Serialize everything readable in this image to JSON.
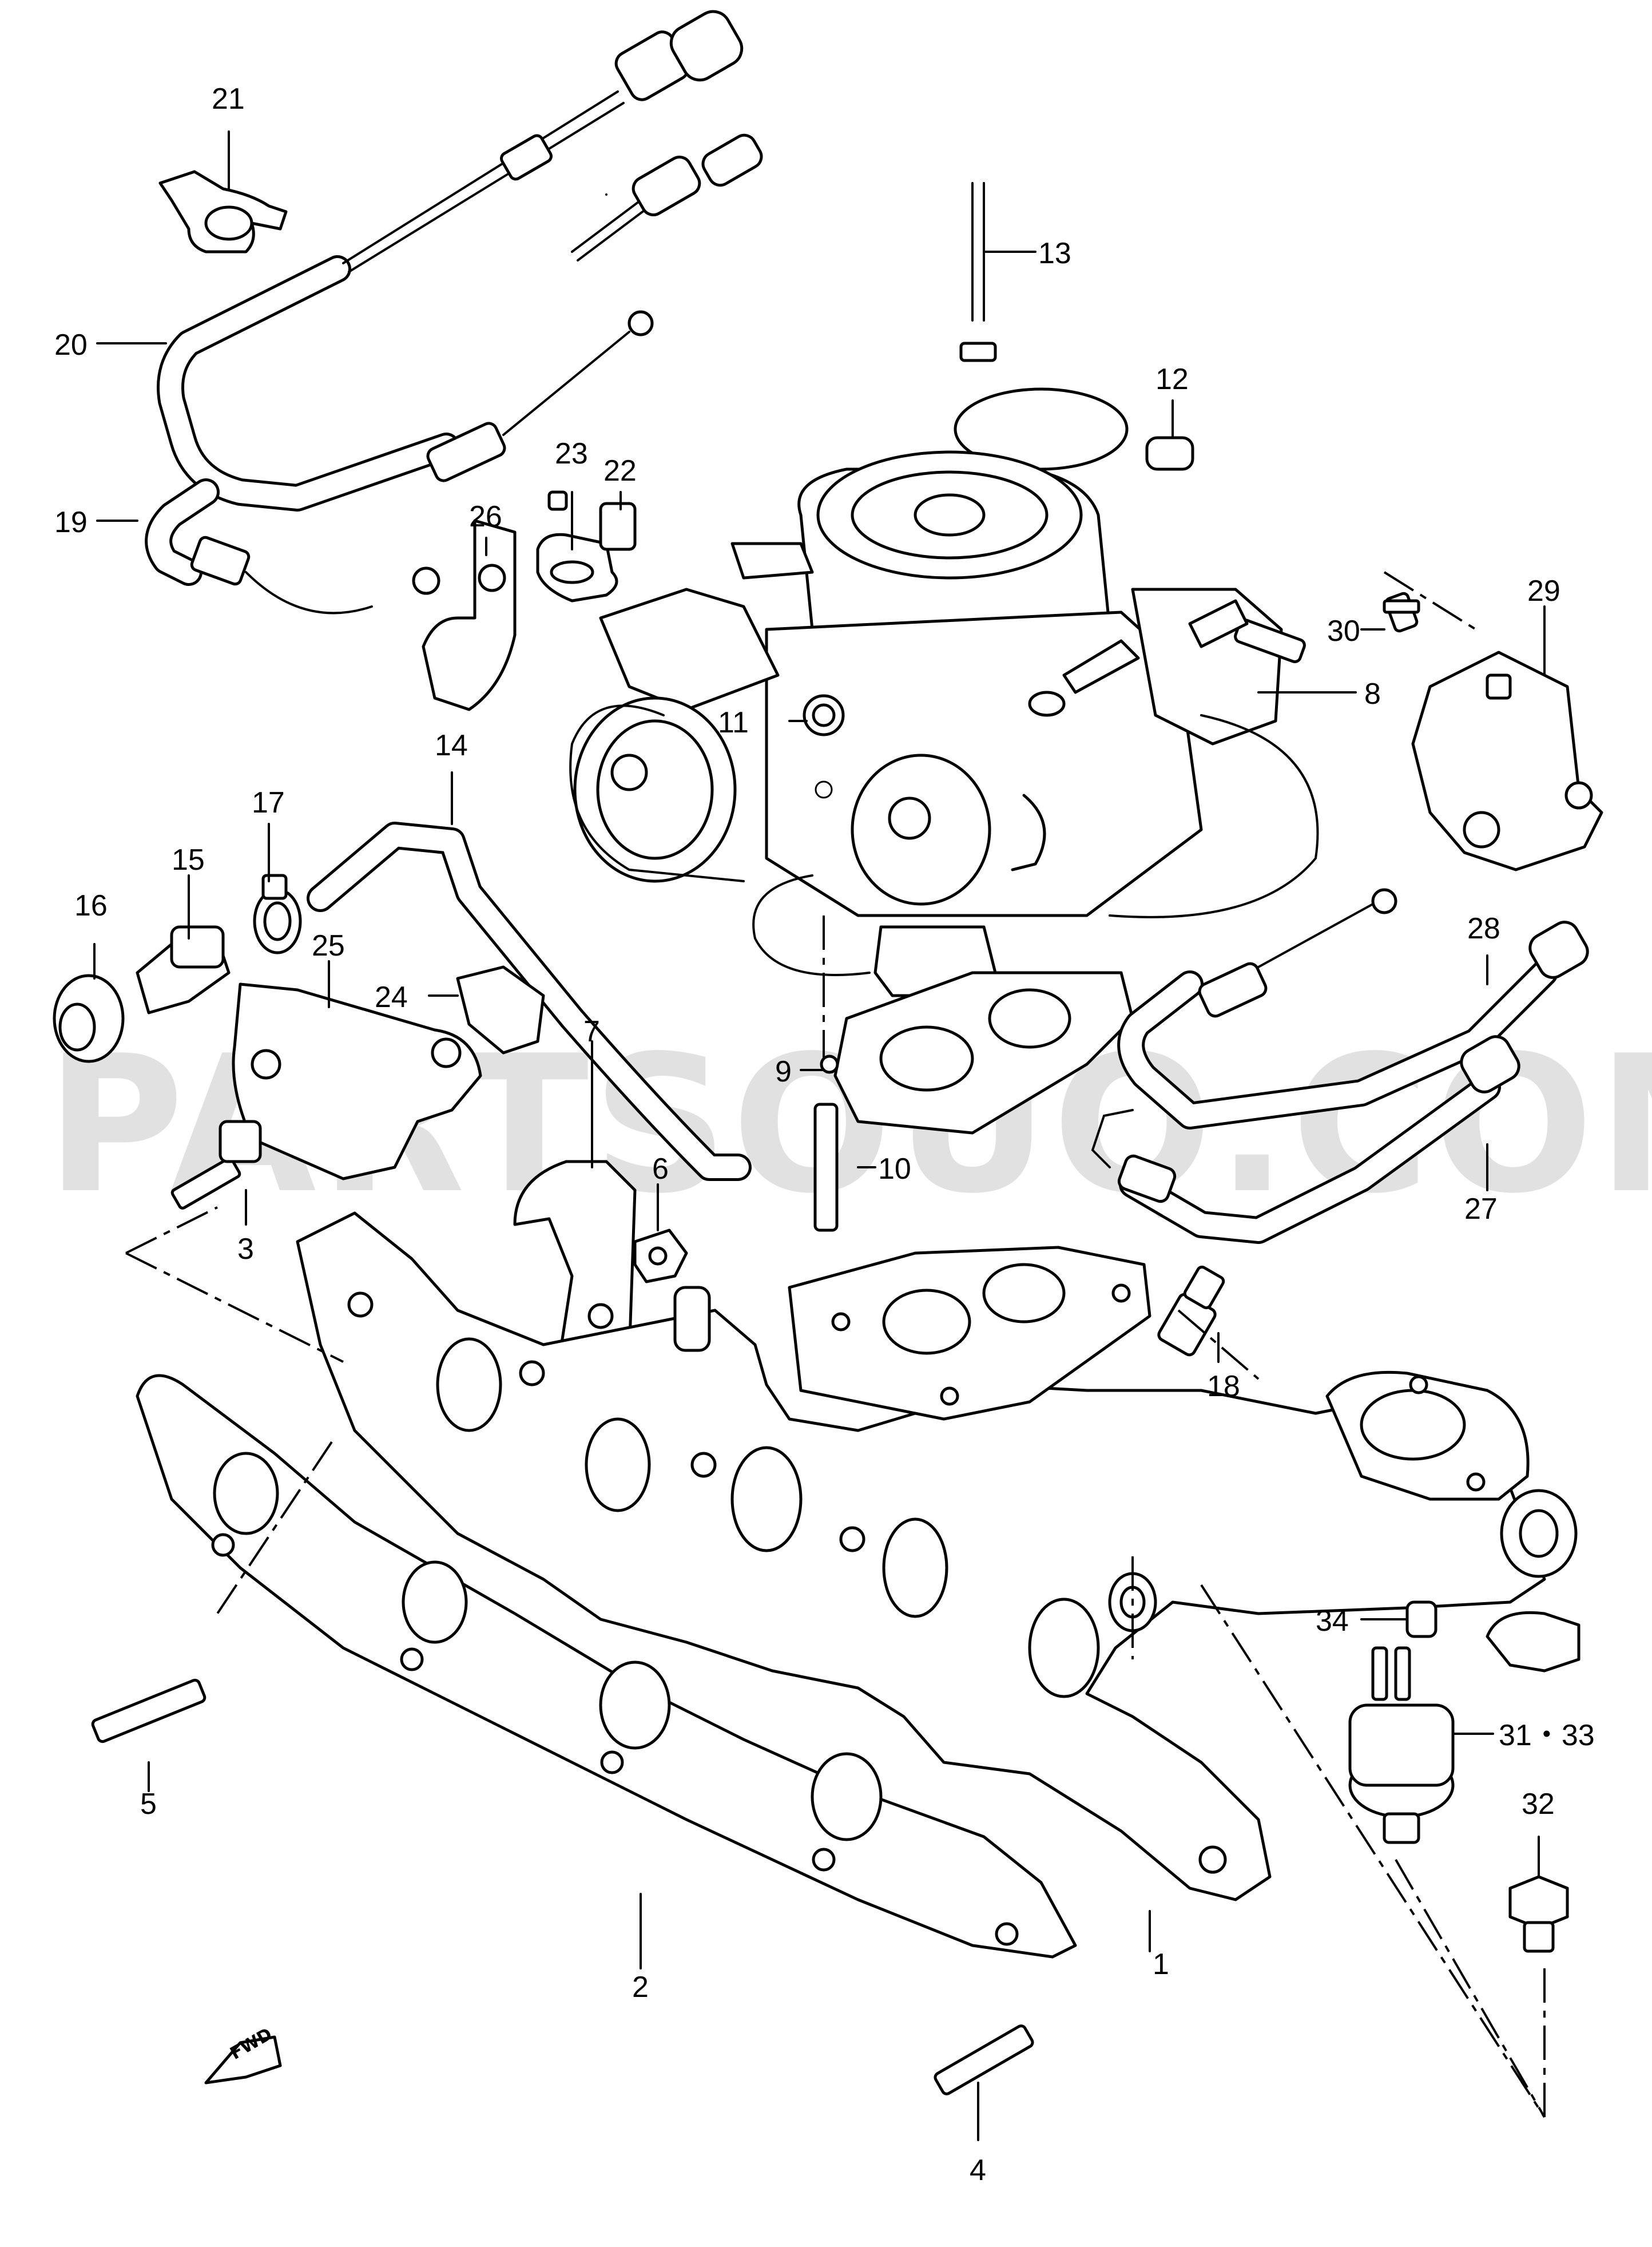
{
  "watermark": "PARTSOUQ.COM",
  "fwd_label": "FWD",
  "callouts": {
    "c1": "1",
    "c2": "2",
    "c3": "3",
    "c4": "4",
    "c5": "5",
    "c6": "6",
    "c7": "7",
    "c8": "8",
    "c9": "9",
    "c10": "10",
    "c11": "11",
    "c12": "12",
    "c13": "13",
    "c14": "14",
    "c15": "15",
    "c16": "16",
    "c17": "17",
    "c18": "18",
    "c19": "19",
    "c20": "20",
    "c21": "21",
    "c22": "22",
    "c23": "23",
    "c24": "24",
    "c25": "25",
    "c26": "26",
    "c27": "27",
    "c28": "28",
    "c29": "29",
    "c30": "30",
    "c31_33": "31・33",
    "c32": "32",
    "c34": "34"
  }
}
